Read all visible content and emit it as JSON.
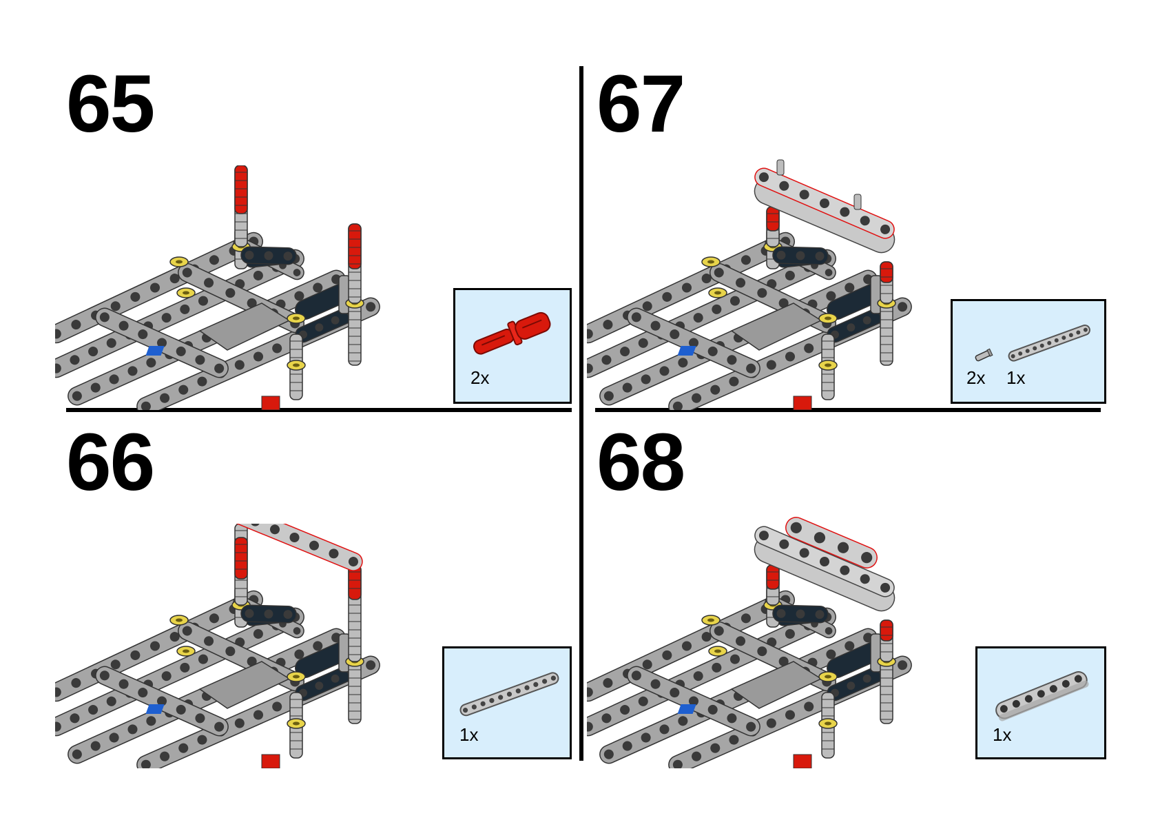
{
  "colors": {
    "frame_gray": "#a6a6a6",
    "frame_dark": "#4a4a4a",
    "beam_black": "#1c2a36",
    "pin_red": "#d8190c",
    "bush_yellow": "#e8d44a",
    "callout_bg": "#d8eefc",
    "highlight_red": "#e01010",
    "hub_blue": "#1e5fd0"
  },
  "steps": [
    {
      "number": "65",
      "parts": [
        {
          "qty": "2x",
          "part_icon": "red-long-pin-icon"
        }
      ]
    },
    {
      "number": "66",
      "parts": [
        {
          "qty": "1x",
          "part_icon": "gray-liftarm-11-icon"
        }
      ]
    },
    {
      "number": "67",
      "parts": [
        {
          "qty": "2x",
          "part_icon": "gray-axle-pin-icon"
        },
        {
          "qty": "1x",
          "part_icon": "gray-liftarm-11-icon"
        }
      ]
    },
    {
      "number": "68",
      "parts": [
        {
          "qty": "1x",
          "part_icon": "gray-thick-liftarm-7-icon"
        }
      ]
    }
  ]
}
